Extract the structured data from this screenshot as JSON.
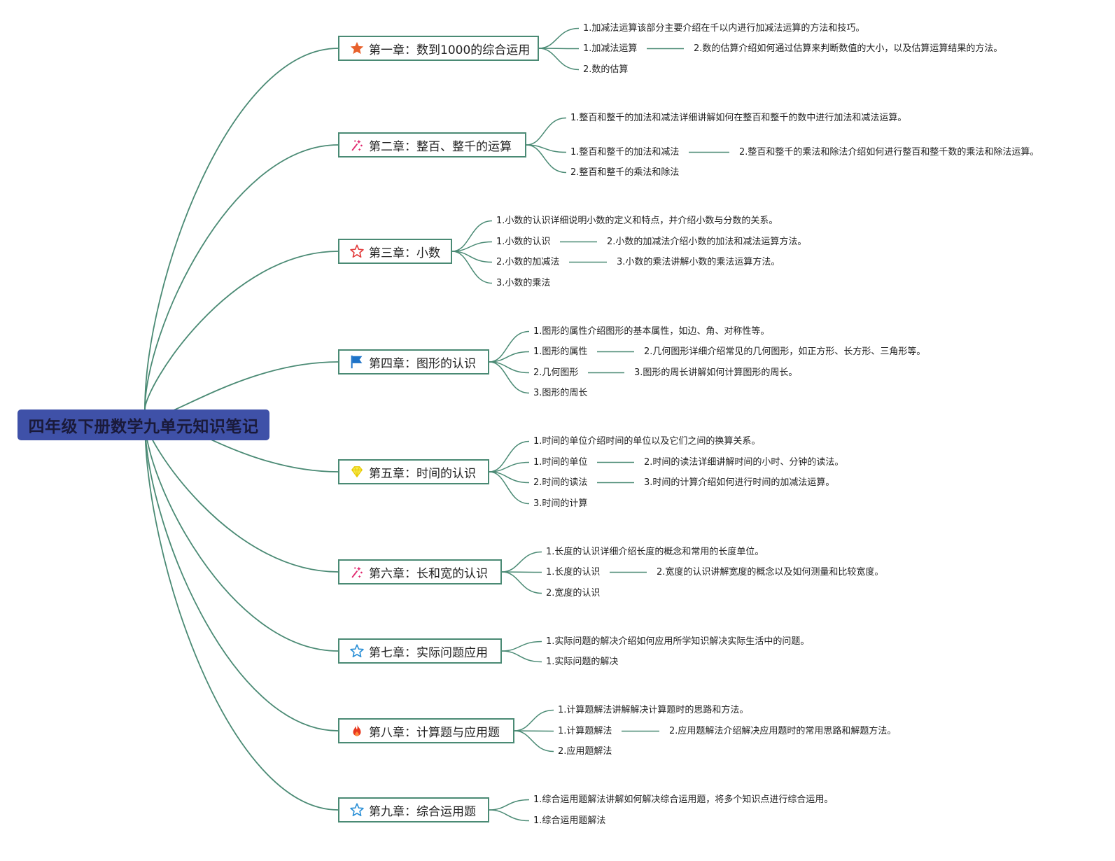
{
  "title": "四年级下册数学九单元知识笔记",
  "chapters": [
    {
      "label": "第一章：数到1000的综合运用",
      "icon": "star-filled-icon",
      "topics": [
        "1.加减法运算该部分主要介绍在千以内进行加减法运算的方法和技巧。",
        "1.加减法运算",
        "2.数的估算"
      ],
      "details": [
        "2.数的估算介绍如何通过估算来判断数值的大小，以及估算运算结果的方法。"
      ]
    },
    {
      "label": "第二章：整百、整千的运算",
      "icon": "sparkle-icon",
      "topics": [
        "1.整百和整千的加法和减法详细讲解如何在整百和整千的数中进行加法和减法运算。",
        "1.整百和整千的加法和减法",
        "2.整百和整千的乘法和除法"
      ],
      "details": [
        "2.整百和整千的乘法和除法介绍如何进行整百和整千数的乘法和除法运算。"
      ]
    },
    {
      "label": "第三章：小数",
      "icon": "star-outline-icon",
      "topics": [
        "1.小数的认识详细说明小数的定义和特点，并介绍小数与分数的关系。",
        "1.小数的认识",
        "2.小数的加减法",
        "3.小数的乘法"
      ],
      "details": [
        "2.小数的加减法介绍小数的加法和减法运算方法。",
        "3.小数的乘法讲解小数的乘法运算方法。"
      ]
    },
    {
      "label": "第四章：图形的认识",
      "icon": "flag-icon",
      "topics": [
        "1.图形的属性介绍图形的基本属性，如边、角、对称性等。",
        "1.图形的属性",
        "2.几何图形",
        "3.图形的周长"
      ],
      "details": [
        "2.几何图形详细介绍常见的几何图形，如正方形、长方形、三角形等。",
        "3.图形的周长讲解如何计算图形的周长。"
      ]
    },
    {
      "label": "第五章：时间的认识",
      "icon": "diamond-icon",
      "topics": [
        "1.时间的单位介绍时间的单位以及它们之间的换算关系。",
        "1.时间的单位",
        "2.时间的读法",
        "3.时间的计算"
      ],
      "details": [
        "2.时间的读法详细讲解时间的小时、分钟的读法。",
        "3.时间的计算介绍如何进行时间的加减法运算。"
      ]
    },
    {
      "label": "第六章：长和宽的认识",
      "icon": "sparkle-icon",
      "topics": [
        "1.长度的认识详细介绍长度的概念和常用的长度单位。",
        "1.长度的认识",
        "2.宽度的认识"
      ],
      "details": [
        "2.宽度的认识讲解宽度的概念以及如何测量和比较宽度。"
      ]
    },
    {
      "label": "第七章：实际问题应用",
      "icon": "star-blue-outline-icon",
      "topics": [
        "1.实际问题的解决介绍如何应用所学知识解决实际生活中的问题。",
        "1.实际问题的解决"
      ],
      "details": []
    },
    {
      "label": "第八章：计算题与应用题",
      "icon": "fire-icon",
      "topics": [
        "1.计算题解法讲解解决计算题时的思路和方法。",
        "1.计算题解法",
        "2.应用题解法"
      ],
      "details": [
        "2.应用题解法介绍解决应用题时的常用思路和解题方法。"
      ]
    },
    {
      "label": "第九章：综合运用题",
      "icon": "star-blue-outline-icon",
      "topics": [
        "1.综合运用题解法讲解如何解决综合运用题，将多个知识点进行综合运用。",
        "1.综合运用题解法"
      ],
      "details": []
    }
  ]
}
